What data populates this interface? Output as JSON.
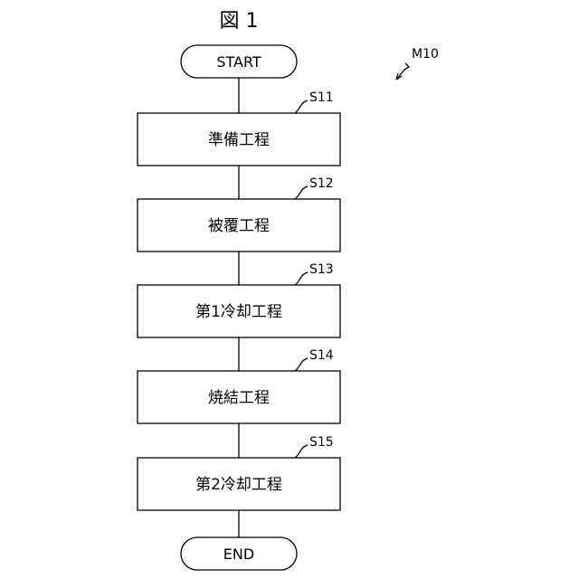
{
  "figure": {
    "title": "図 1",
    "reference": "M10"
  },
  "flow": {
    "start": "START",
    "end": "END",
    "steps": [
      {
        "id": "S11",
        "label": "準備工程"
      },
      {
        "id": "S12",
        "label": "被覆工程"
      },
      {
        "id": "S13",
        "label": "第1冷却工程"
      },
      {
        "id": "S14",
        "label": "焼結工程"
      },
      {
        "id": "S15",
        "label": "第2冷却工程"
      }
    ]
  }
}
